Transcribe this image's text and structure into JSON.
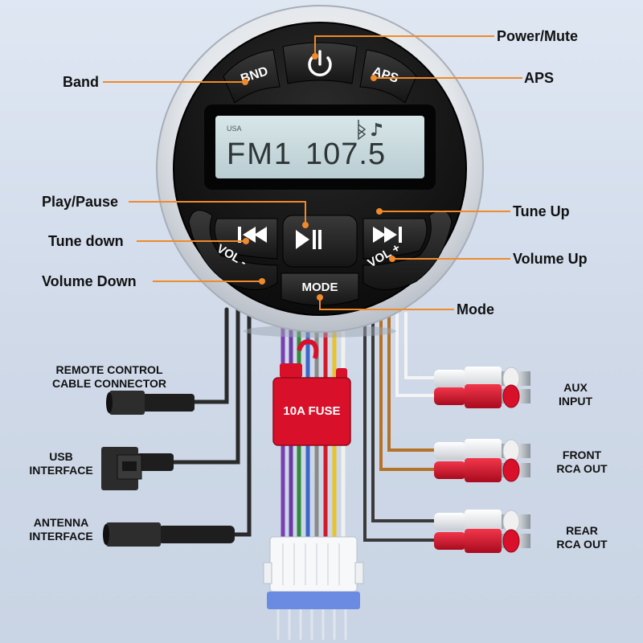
{
  "callouts": {
    "power_mute": "Power/Mute",
    "band": "Band",
    "aps": "APS",
    "play_pause": "Play/Pause",
    "tune_up": "Tune Up",
    "tune_down": "Tune down",
    "volume_up": "Volume Up",
    "volume_down": "Volume Down",
    "mode": "Mode"
  },
  "buttons": {
    "band": "BND",
    "aps": "APS",
    "mode": "MODE",
    "vol_minus": "VOL -",
    "vol_plus": "VOL +"
  },
  "display": {
    "region": "USA",
    "band": "FM1",
    "frequency": "107.5"
  },
  "connectors": {
    "remote_line1": "REMOTE CONTROL",
    "remote_line2": "CABLE CONNECTOR",
    "usb_line1": "USB",
    "usb_line2": "INTERFACE",
    "antenna_line1": "ANTENNA",
    "antenna_line2": "INTERFACE",
    "fuse": "10A FUSE",
    "aux_line1": "AUX",
    "aux_line2": "INPUT",
    "front_line1": "FRONT",
    "front_line2": "RCA OUT",
    "rear_line1": "REAR",
    "rear_line2": "RCA OUT"
  },
  "colors": {
    "callout_line": "#f08a2a",
    "fuse_red": "#d8102a",
    "rca_red": "#d8102a",
    "rca_white": "#f4f4f4",
    "lcd_bg": "#c9d9dd",
    "bezel": "#e8eaee",
    "face": "#161616"
  },
  "icons": {
    "power": "power-icon",
    "play_pause": "play-pause-icon",
    "prev": "previous-track-icon",
    "next": "next-track-icon",
    "bluetooth": "bluetooth-icon",
    "music": "music-note-icon"
  }
}
